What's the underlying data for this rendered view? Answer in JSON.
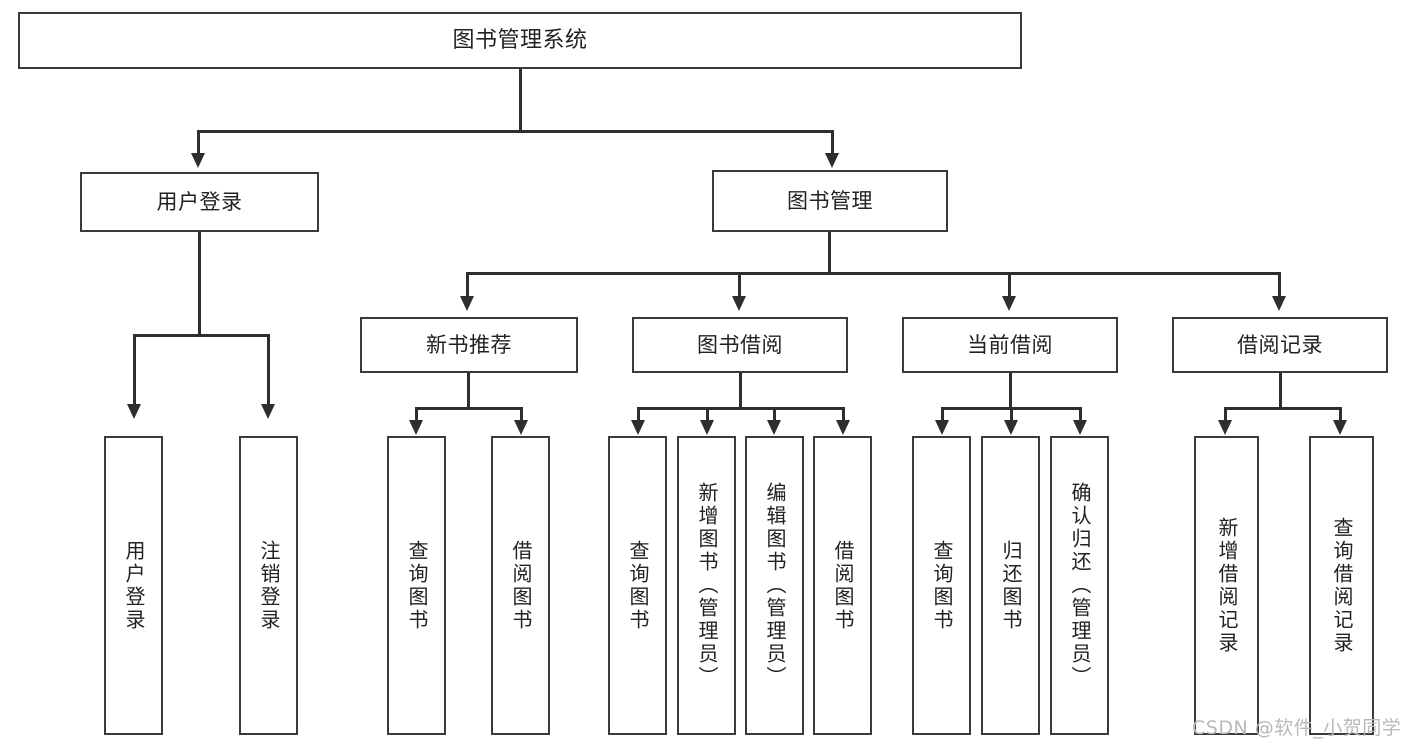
{
  "diagram": {
    "title": "图书管理系统",
    "type": "tree",
    "watermark": "CSDN @软件_小贺同学",
    "colors": {
      "box_border": "#3a3a3a",
      "connector": "#2e2e2e",
      "background": "#ffffff",
      "text": "#222222",
      "watermark": "#b9b9b9"
    },
    "levels": {
      "level1": [
        "图书管理系统"
      ],
      "level2": [
        "用户登录",
        "图书管理"
      ],
      "level3": [
        "新书推荐",
        "图书借阅",
        "当前借阅",
        "借阅记录"
      ],
      "level4": [
        "用户登录",
        "注销登录",
        "查询图书",
        "借阅图书",
        "查询图书",
        "新增图书（管理员）",
        "编辑图书（管理员）",
        "借阅图书",
        "查询图书",
        "归还图书",
        "确认归还（管理员）",
        "新增借阅记录",
        "查询借阅记录"
      ]
    },
    "nodes": {
      "root": "图书管理系统",
      "user_login": "用户登录",
      "book_manage": "图书管理",
      "new_book_rec": "新书推荐",
      "book_borrow": "图书借阅",
      "current_borrow": "当前借阅",
      "borrow_record": "借阅记录",
      "leaf_user_login": "用户登录",
      "leaf_logout": "注销登录",
      "leaf_query_book_1": "查询图书",
      "leaf_borrow_book_1": "借阅图书",
      "leaf_query_book_2": "查询图书",
      "leaf_add_book": "新增图书（管理员）",
      "leaf_edit_book": "编辑图书（管理员）",
      "leaf_borrow_book_2": "借阅图书",
      "leaf_query_book_3": "查询图书",
      "leaf_return_book": "归还图书",
      "leaf_confirm_return": "确认归还（管理员）",
      "leaf_add_record": "新增借阅记录",
      "leaf_query_record": "查询借阅记录"
    }
  }
}
